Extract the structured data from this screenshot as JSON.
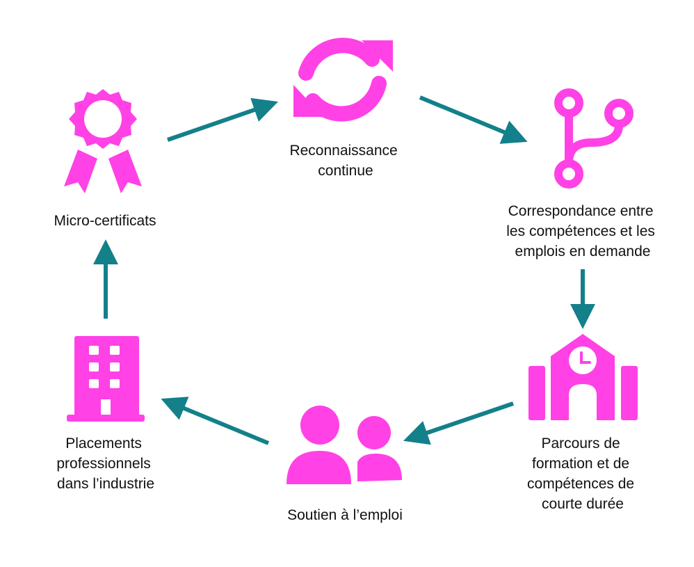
{
  "colors": {
    "icon": "#FF41E6",
    "arrow": "#13808A",
    "text": "#111111"
  },
  "nodes": {
    "recognition": {
      "icon": "refresh-icon",
      "lines": [
        "Reconnaissance",
        "continue"
      ]
    },
    "matching": {
      "icon": "branch-icon",
      "lines": [
        "Correspondance entre",
        "les compétences et les",
        "emplois en demande"
      ]
    },
    "training": {
      "icon": "school-clock-icon",
      "lines": [
        "Parcours de",
        "formation et de",
        "compétences de",
        "courte durée"
      ]
    },
    "support": {
      "icon": "users-icon",
      "lines": [
        "Soutien à l’emploi"
      ]
    },
    "placements": {
      "icon": "building-icon",
      "lines": [
        "Placements",
        "professionnels",
        "dans l’industrie"
      ]
    },
    "microcert": {
      "icon": "award-icon",
      "lines": [
        "Micro-certificats"
      ]
    }
  }
}
